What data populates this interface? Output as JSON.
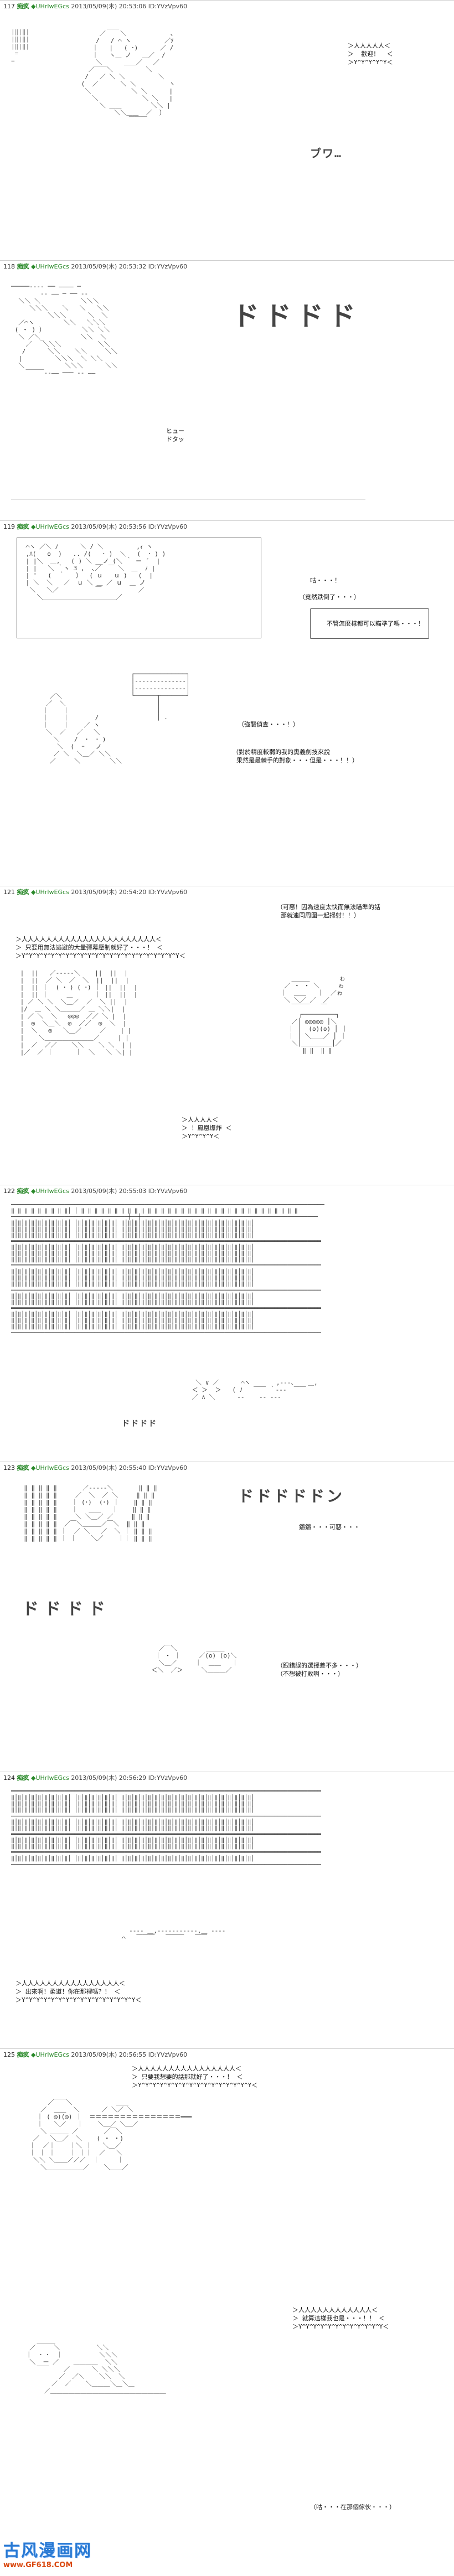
{
  "posts": [
    {
      "num": "117",
      "name": "痴疯",
      "trip": "◆UHrIwEGcs",
      "meta": "2013/05/09(木) 20:53:06 ID:YVzVpv60"
    },
    {
      "num": "118",
      "name": "痴疯",
      "trip": "◆UHrIwEGcs",
      "meta": "2013/05/09(木) 20:53:32 ID:YVzVpv60"
    },
    {
      "num": "119",
      "name": "痴疯",
      "trip": "◆UHrIwEGcs",
      "meta": "2013/05/09(木) 20:53:56 ID:YVzVpv60"
    },
    {
      "num": "121",
      "name": "痴疯",
      "trip": "◆UHrIwEGcs",
      "meta": "2013/05/09(木) 20:54:20 ID:YVzVpv60"
    },
    {
      "num": "122",
      "name": "痴疯",
      "trip": "◆UHrIwEGcs",
      "meta": "2013/05/09(木) 20:55:03 ID:YVzVpv60"
    },
    {
      "num": "123",
      "name": "痴疯",
      "trip": "◆UHrIwEGcs",
      "meta": "2013/05/09(木) 20:55:40 ID:YVzVpv60"
    },
    {
      "num": "124",
      "name": "痴疯",
      "trip": "◆UHrIwEGcs",
      "meta": "2013/05/09(木) 20:56:29 ID:YVzVpv60"
    },
    {
      "num": "125",
      "name": "痴疯",
      "trip": "◆UHrIwEGcs",
      "meta": "2013/05/09(木) 20:56:55 ID:YVzVpv60"
    }
  ],
  "dialogue": {
    "p117_bubble": "歡迎！",
    "p117_sfx": "ブワ…",
    "p118_sfx": "ドドドド",
    "p118_small": "ヒュー\nドタッ",
    "p119_a": "咕・・・！",
    "p119_b": "（竟然跌倒了・・・）",
    "p119_c": "不管怎麼樣都可以瞄準了嗎・・・！",
    "p119_d": "（強襲偵查・・・！）",
    "p119_e": "（對於精度較弱的我的奧義劍技來說\n  果然是最棘手的對象・・・但是・・・！！）",
    "p121_a": "只要用無法逃避的大量彈幕壓制就好了・・・！",
    "p121_b": "（可惡！因為速度太快而無法瞄準的話\n  那就連同周圍一起掃射！！）",
    "p121_c": "！鳳凰爆炸",
    "p122_a": "ドドドド",
    "p123_a": "鏘鏘・・・可惡・・・",
    "p123_b": "ドドドドドン",
    "p123_c": "（跟錯誤的選擇差不多・・・）\n（不想被打敗啊・・・）",
    "p124_a": "出來啊！柔道！你在那裡嗎？！",
    "p125_a": "只要我想要的話那就好了・・・！",
    "p125_b": "就算這樣我也是・・・！！",
    "p125_c": "（咕・・・在那個傢伙・・・）"
  },
  "watermark": {
    "title": "古风漫画网",
    "url": "www.GF618.COM"
  }
}
